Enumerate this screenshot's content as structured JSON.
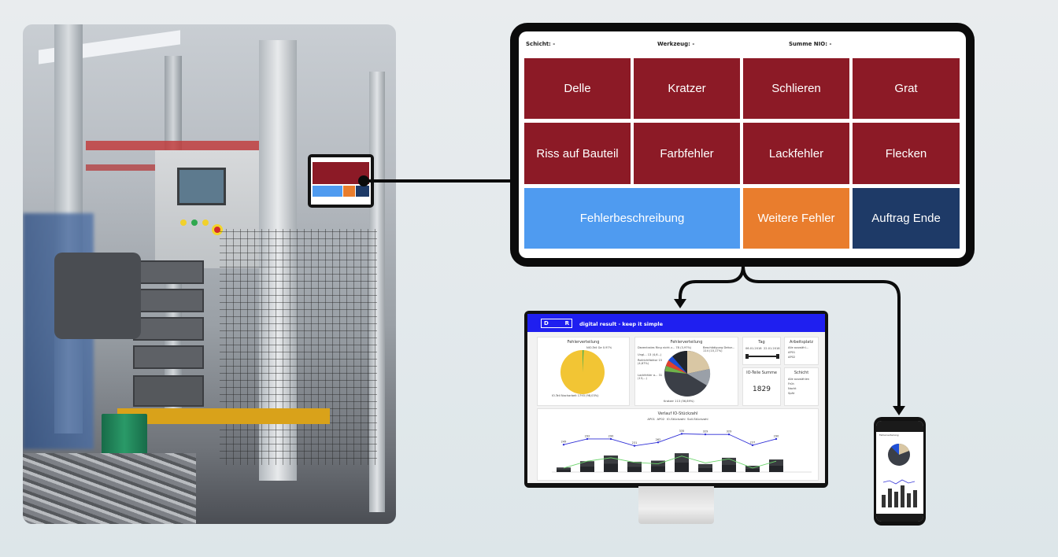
{
  "tablet": {
    "header": {
      "shift_label": "Schicht: -",
      "tool_label": "Werkzeug: -",
      "nio_sum_label": "Summe NIO: -"
    },
    "defect_buttons": [
      "Delle",
      "Kratzer",
      "Schlieren",
      "Grat",
      "Riss auf Bauteil",
      "Farbfehler",
      "Lackfehler",
      "Flecken"
    ],
    "action_buttons": {
      "description": "Fehlerbeschreibung",
      "more_defects": "Weitere Fehler",
      "order_end": "Auftrag Ende"
    },
    "colors": {
      "defect": "#8c1a26",
      "description": "#4f9bf0",
      "more": "#e97d2d",
      "end": "#1e3a67"
    }
  },
  "dashboard": {
    "logo_left": "D",
    "logo_right": "R",
    "tagline": "digital result - keep it simple",
    "header_color": "#1f1ff0",
    "cards": {
      "pie1_title": "Fehlerverteilung",
      "pie1_label_top": "NIO-Teil Ge 0.97%",
      "pie1_label_bottom": "IO-Teil Nacharbeit 1793 (98,03%)",
      "pie2_title": "Fehlerverteilung",
      "pie2_labels": [
        "Dezentrales Ring nicht z... 78 (3,97%)",
        "Ungl... 13 (4,6...)",
        "Rollrichtfaktor 15 (4,67%)",
        "Beschädigung Dekor... 114 (10,17%)",
        "Lackfehler a... 31 (13,...)",
        "Kratzer 113 (56,89%)"
      ],
      "day_title": "Tag",
      "day_from": "06.01.2018",
      "day_to": "22.01.2018",
      "io_title": "IO-Teile Summe",
      "io_value": "1829",
      "workplace_title": "Arbeitsplatz",
      "workplace_options": [
        "Alle auswähl...",
        "AP01",
        "AP02"
      ],
      "shift_title": "Schicht",
      "shift_options": [
        "Alle auswählen",
        "Früh",
        "Nacht",
        "Spät"
      ]
    },
    "trend": {
      "title": "Verlauf IO-Stückzahl",
      "legend": [
        "AP01",
        "AP02",
        "IO-Stückzahl",
        "Soll-Stückzahl"
      ]
    }
  },
  "chart_data": {
    "type": "bar",
    "title": "Verlauf IO-Stückzahl",
    "categories": [
      "",
      "",
      "",
      "",
      "",
      "",
      "",
      "",
      "",
      "",
      ""
    ],
    "ylim": [
      0,
      400
    ],
    "series": [
      {
        "name": "IO-Stückzahl",
        "values": [
          35,
          95,
          125,
          85,
          72,
          140,
          80,
          115,
          35,
          95
        ]
      },
      {
        "name": "Soll-Stückzahl",
        "values": [
          240,
          290,
          290,
          230,
          260,
          335,
          330,
          330,
          235,
          290
        ]
      },
      {
        "name": "AP02",
        "values": [
          40,
          95,
          145,
          90,
          100,
          165,
          70,
          125,
          55,
          110
        ]
      }
    ],
    "data_labels": [
      "249",
      "292",
      "290",
      "231",
      "262",
      "335",
      "329",
      "329",
      "237",
      "290"
    ]
  },
  "phone": {
    "header_left": "Fehlerverteilung"
  }
}
